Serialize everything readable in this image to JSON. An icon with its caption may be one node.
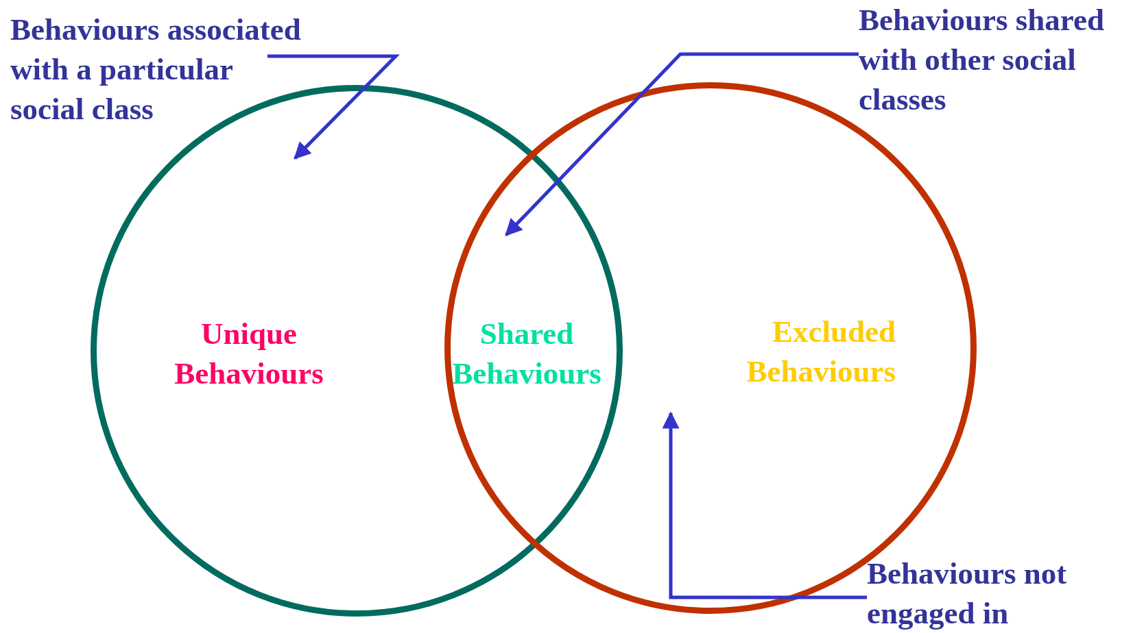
{
  "diagram": {
    "nodes": [
      {
        "text": [
          "Behaviours associated with a particular social class"
        ]
      },
      {
        "text": [
          "Behaviours shared with other social classes"
        ]
      },
      {
        "text": [],
        "shape": "circle"
      },
      {
        "text": [
          "Unique Behaviours"
        ],
        "in": 2
      },
      {
        "text": [
          "Shared Behaviours"
        ]
      },
      {
        "text": [],
        "shape": "circle"
      },
      {
        "text": [
          "Excluded Behaviours"
        ],
        "in": 5
      },
      {
        "text": [
          "Behaviours not engaged in"
        ]
      }
    ],
    "edges": [
      {
        "from": 0,
        "to": null,
        "arrow": "to"
      },
      {
        "from": 1,
        "to": null,
        "arrow": "to"
      },
      {
        "from": 7,
        "to": null,
        "arrow": "to"
      }
    ]
  }
}
